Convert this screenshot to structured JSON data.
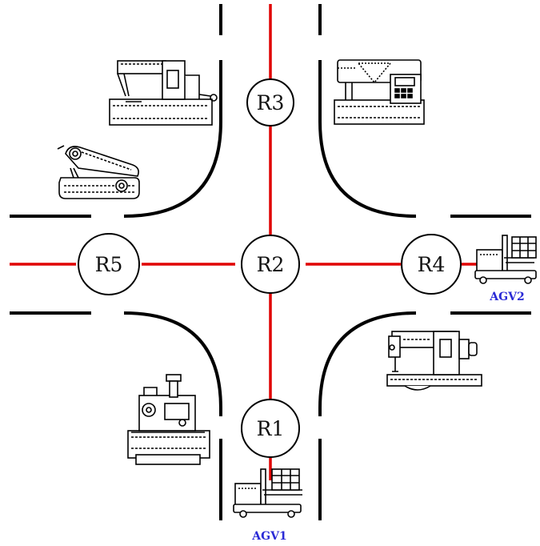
{
  "colors": {
    "route": "#e00000",
    "wall": "#000000",
    "agv_label": "#2a2ad6"
  },
  "nodes": {
    "r1": "R1",
    "r2": "R2",
    "r3": "R3",
    "r4": "R4",
    "r5": "R5"
  },
  "vehicles": {
    "agv1": "AGV1",
    "agv2": "AGV2"
  },
  "icons": [
    "sewing-machine-icon",
    "forklift-agv-icon",
    "crate-icon"
  ]
}
